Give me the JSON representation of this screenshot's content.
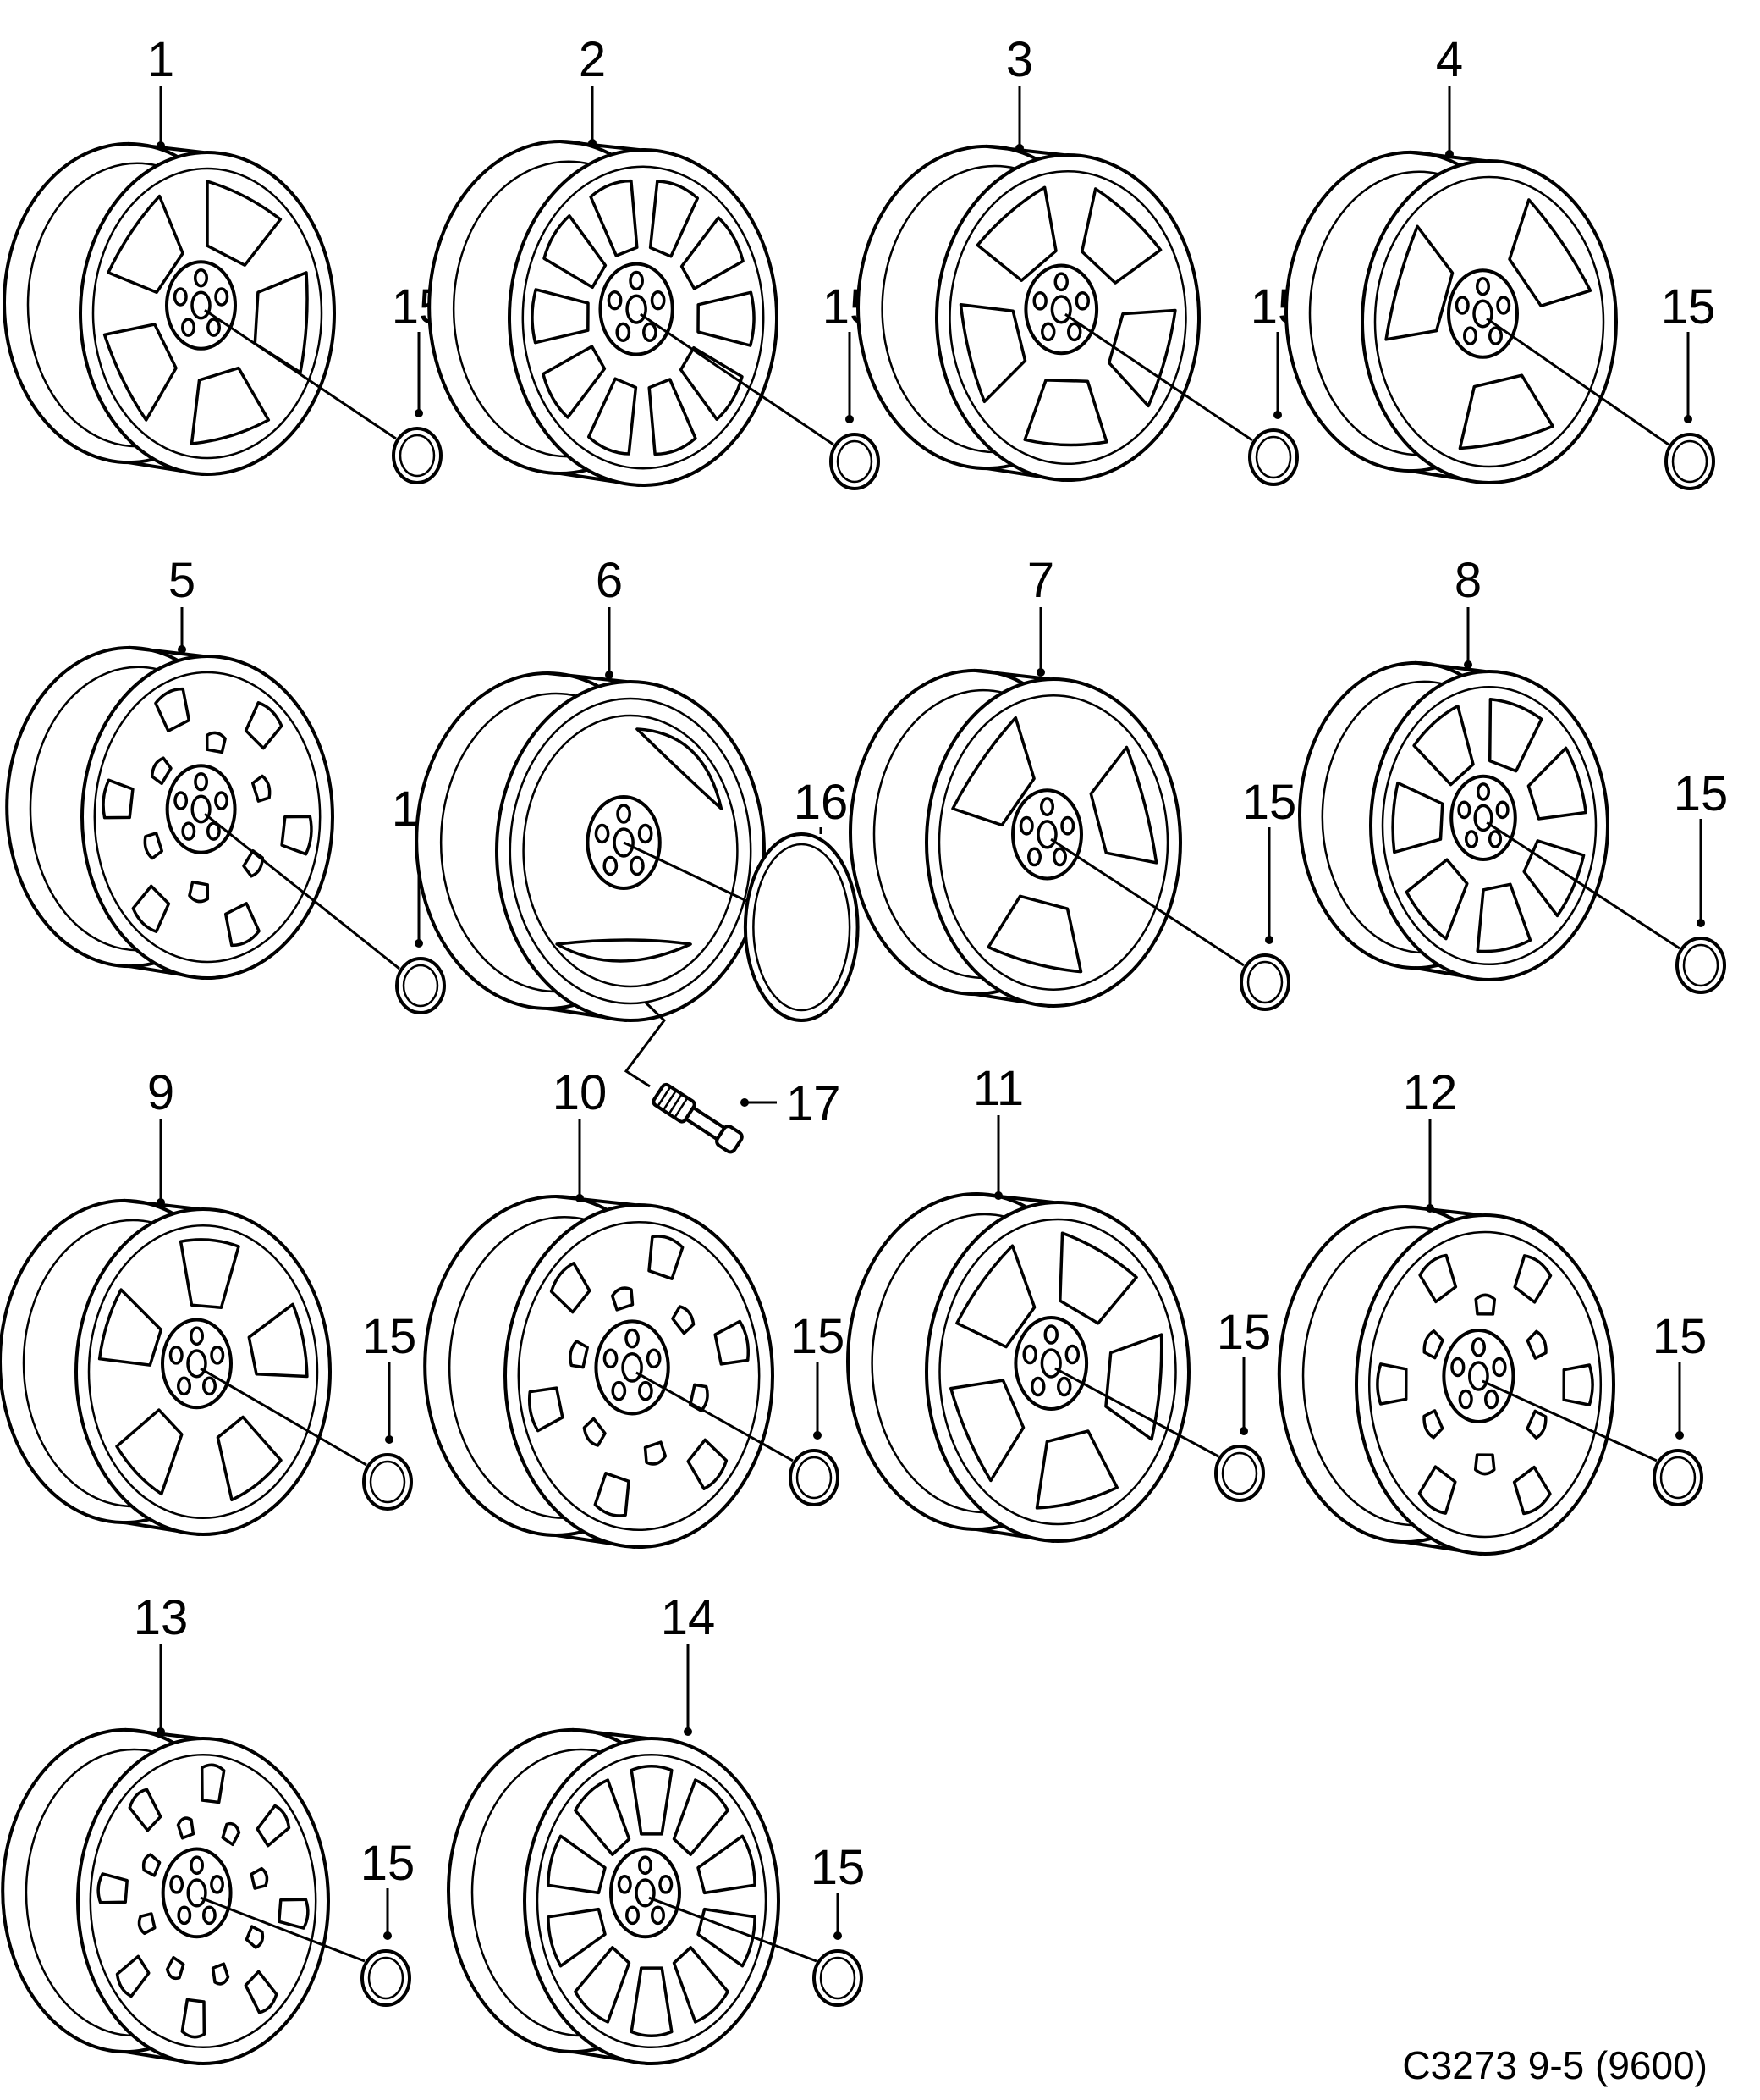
{
  "drawing_code": "C3273 9-5 (9600)",
  "wheels": [
    {
      "number": "1",
      "cap_number": "15",
      "design": "spoke5",
      "spokes": 5
    },
    {
      "number": "2",
      "cap_number": "15",
      "design": "spoke10",
      "spokes": 10
    },
    {
      "number": "3",
      "cap_number": "15",
      "design": "spoke5split",
      "spokes": 5
    },
    {
      "number": "4",
      "cap_number": "15",
      "design": "disc3",
      "spokes": 3
    },
    {
      "number": "5",
      "cap_number": "15",
      "design": "multi",
      "spokes": 12
    },
    {
      "number": "6",
      "cap_number": "16",
      "design": "steel",
      "spokes": 0
    },
    {
      "number": "7",
      "cap_number": "15",
      "design": "disc3",
      "spokes": 3
    },
    {
      "number": "8",
      "cap_number": "15",
      "design": "spoke7",
      "spokes": 7
    },
    {
      "number": "9",
      "cap_number": "15",
      "design": "disc5",
      "spokes": 5
    },
    {
      "number": "10",
      "cap_number": "15",
      "design": "multi",
      "spokes": 12
    },
    {
      "number": "11",
      "cap_number": "15",
      "design": "spoke5",
      "spokes": 5
    },
    {
      "number": "12",
      "cap_number": "15",
      "design": "multi",
      "spokes": 12
    },
    {
      "number": "13",
      "cap_number": "15",
      "design": "multi",
      "spokes": 16
    },
    {
      "number": "14",
      "cap_number": "15",
      "design": "spoke10",
      "spokes": 10
    }
  ],
  "valve": {
    "number": "17"
  }
}
